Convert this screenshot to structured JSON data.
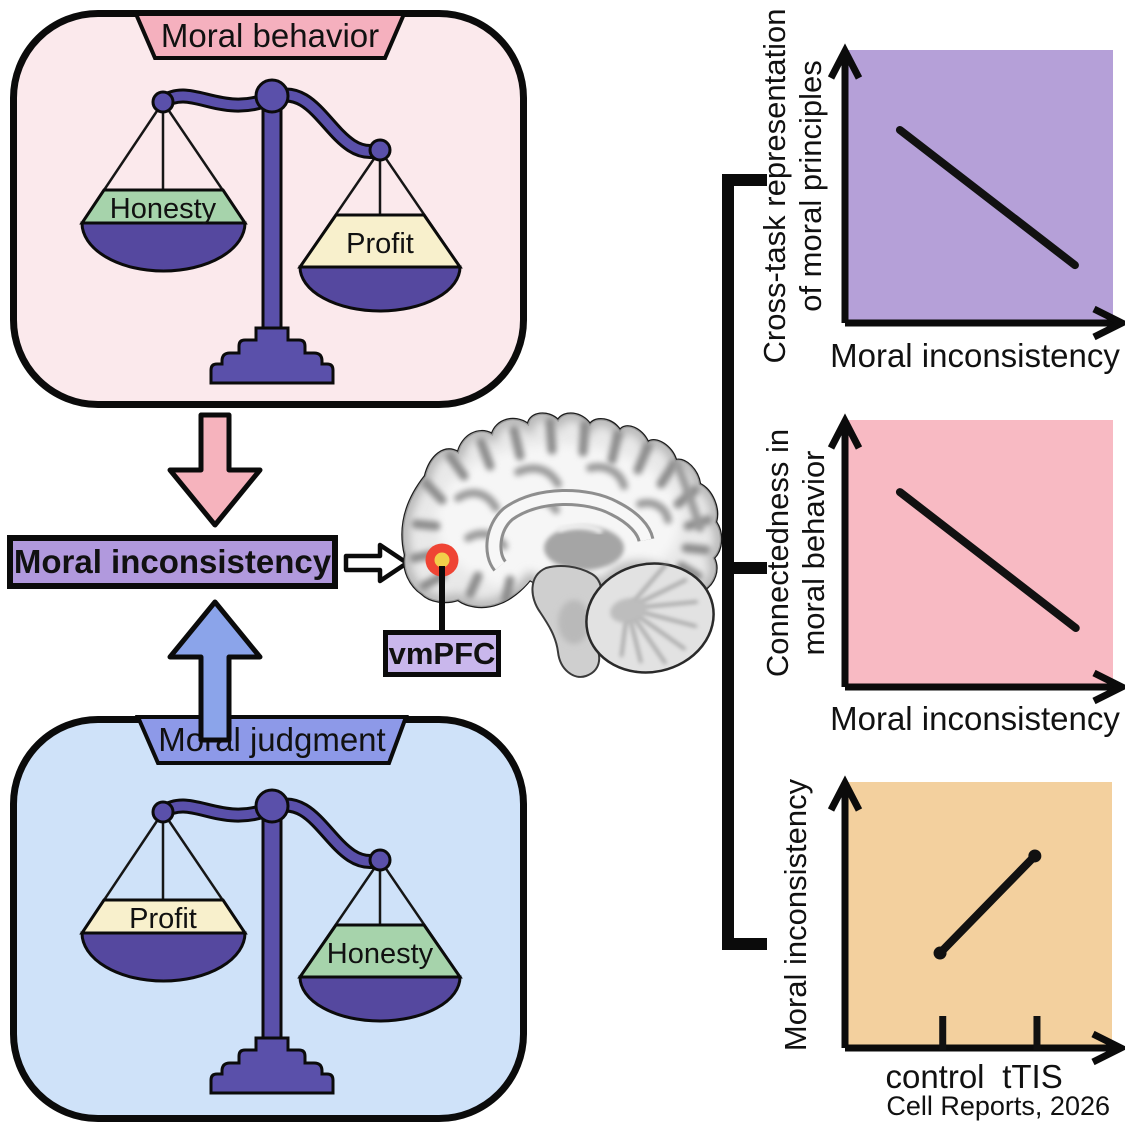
{
  "palette": {
    "behavior_box_bg": "#fbe9ec",
    "behavior_banner": "#f5b0be",
    "judgment_box_bg": "#cfe2f9",
    "judgment_banner": "#8d99e8",
    "scale_purple": "#5a50aa",
    "bowl_purple": "#55489f",
    "pan_green": "#a6d3ab",
    "pan_cream": "#f8f0cc",
    "inconsistency_box": "#b199dd",
    "down_arrow_pink": "#f6b3bd",
    "up_arrow_blue": "#8ba4ea",
    "flow_arrow_white": "#ffffff",
    "vmpfc_box": "#c9b7ec",
    "highlight_red": "#ef4434",
    "highlight_yellow": "#f2cf4a",
    "ink": "#111111"
  },
  "behavior_box": {
    "title": "Moral behavior",
    "left_pan": "Honesty",
    "right_pan": "Profit",
    "left_pan_state": "raised",
    "right_pan_state": "lowered"
  },
  "judgment_box": {
    "title": "Moral judgment",
    "left_pan": "Profit",
    "right_pan": "Honesty",
    "left_pan_state": "raised",
    "right_pan_state": "lowered"
  },
  "center": {
    "inconsistency_label": "Moral inconsistency",
    "brain_region": "vmPFC"
  },
  "icons": {
    "down_arrow": "block-arrow-down",
    "up_arrow": "block-arrow-up",
    "flow_arrow": "block-arrow-right",
    "brain": "sagittal-brain-mri"
  },
  "caption": "Cell Reports, 2026",
  "chart_data": [
    {
      "type": "line",
      "title": "",
      "xlabel": "Moral inconsistency",
      "ylabel": "Cross-task representation\nof moral principles",
      "relationship": "negative",
      "axis_style": "qualitative-no-ticks",
      "background": "#b5a0d8",
      "line": {
        "x": [
          0.205,
          0.858
        ],
        "y": [
          0.707,
          0.212
        ]
      }
    },
    {
      "type": "line",
      "title": "",
      "xlabel": "Moral inconsistency",
      "ylabel": "Connectedness in\nmoral behavior",
      "relationship": "negative",
      "axis_style": "qualitative-no-ticks",
      "background": "#f8bac3",
      "line": {
        "x": [
          0.205,
          0.861
        ],
        "y": [
          0.73,
          0.221
        ]
      }
    },
    {
      "type": "line",
      "title": "",
      "xlabel": "",
      "ylabel": "Moral inconsistency",
      "categories": [
        "control",
        "tTIS"
      ],
      "relationship": "positive",
      "axis_style": "qualitative-category-ticks",
      "background": "#f3d09e",
      "ticks": [
        0.366,
        0.719
      ],
      "points": [
        {
          "x": 0.356,
          "y": 0.357
        },
        {
          "x": 0.711,
          "y": 0.722
        }
      ],
      "line": {
        "x": [
          0.356,
          0.711
        ],
        "y": [
          0.357,
          0.722
        ]
      }
    }
  ]
}
